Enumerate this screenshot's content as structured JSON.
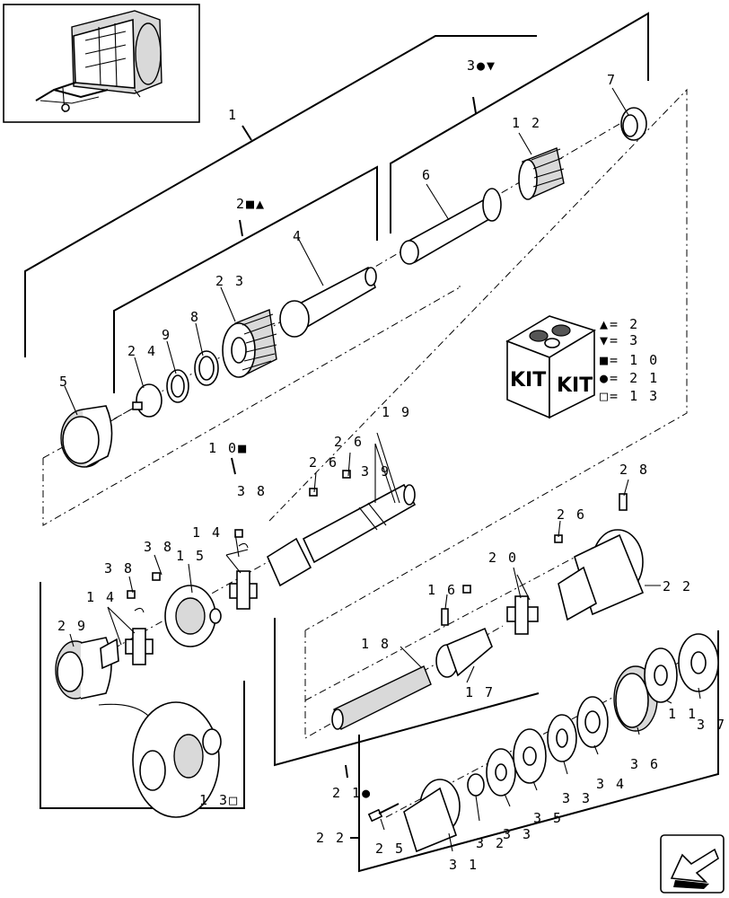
{
  "callouts": {
    "c1": "1",
    "c2": "2",
    "c3": "3",
    "c4": "4",
    "c5": "5",
    "c6": "6",
    "c7": "7",
    "c8": "8",
    "c9": "9",
    "c10": "1 0",
    "c11": "1 1",
    "c12": "1 2",
    "c13": "1 3",
    "c14a": "1 4",
    "c14b": "1 4",
    "c15": "1 5",
    "c16": "1 6",
    "c17": "1 7",
    "c18": "1 8",
    "c19": "1 9",
    "c20": "2 0",
    "c21": "2 1",
    "c22a": "2 2",
    "c22b": "2 2",
    "c23": "2 3",
    "c24": "2 4",
    "c25": "2 5",
    "c26a": "2 6",
    "c26b": "2 6",
    "c26c": "2 6",
    "c28": "2 8",
    "c29": "2 9",
    "c31": "3 1",
    "c32": "3 2",
    "c33a": "3 3",
    "c33b": "3 3",
    "c34": "3 4",
    "c35": "3 5",
    "c36": "3 6",
    "c37": "3 7",
    "c38a": "3 8",
    "c38b": "3 8",
    "c38c": "3 8",
    "c39": "3 9"
  },
  "kit_box": {
    "label_left": "KIT",
    "label_right": "KIT"
  },
  "legend": [
    {
      "symbol": "▲",
      "text": "= 2"
    },
    {
      "symbol": "▼",
      "text": "= 3"
    },
    {
      "symbol": "■",
      "text": "= 1 0"
    },
    {
      "symbol": "●",
      "text": "= 2 1"
    },
    {
      "symbol": "□",
      "text": "= 1 3"
    }
  ],
  "markers": {
    "m2": "■▲",
    "m3": "●▼",
    "m10": "■",
    "m21": "●",
    "m13": "□"
  },
  "nav": {
    "icon": "next-page-arrow-icon"
  }
}
